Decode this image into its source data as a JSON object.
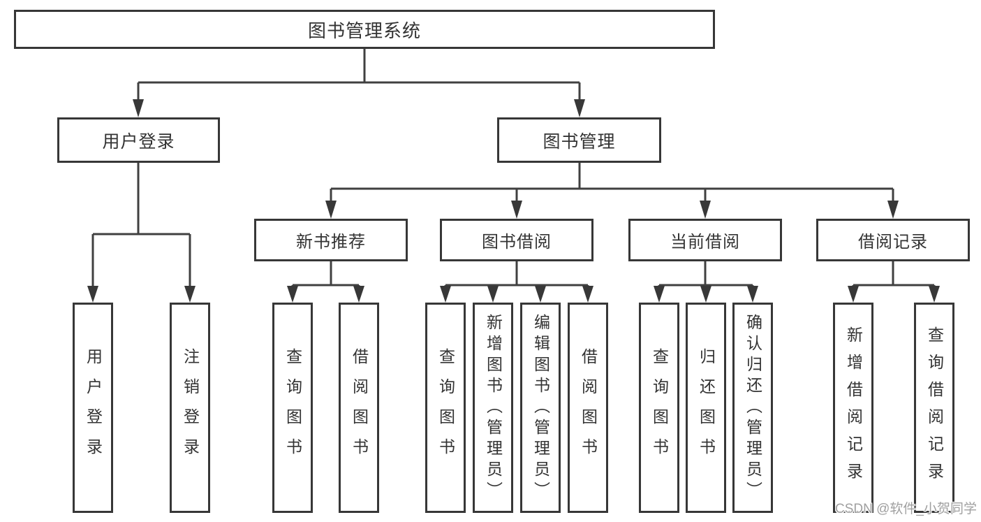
{
  "nodes": {
    "root": "图书管理系统",
    "level2": [
      "用户登录",
      "图书管理"
    ],
    "level3": [
      "新书推荐",
      "图书借阅",
      "当前借阅",
      "借阅记录"
    ],
    "level4": [
      "用户登录",
      "注销登录",
      "查询图书",
      "借阅图书",
      "查询图书",
      "新增图书（管理员）",
      "编辑图书（管理员）",
      "借阅图书",
      "查询图书",
      "归还图书",
      "确认归还（管理员）",
      "新增借阅记录",
      "查询借阅记录"
    ]
  },
  "hierarchy": {
    "图书管理系统": [
      "用户登录",
      "图书管理"
    ],
    "用户登录": [
      "用户登录",
      "注销登录"
    ],
    "图书管理": [
      "新书推荐",
      "图书借阅",
      "当前借阅",
      "借阅记录"
    ],
    "新书推荐": [
      "查询图书",
      "借阅图书"
    ],
    "图书借阅": [
      "查询图书",
      "新增图书（管理员）",
      "编辑图书（管理员）",
      "借阅图书"
    ],
    "当前借阅": [
      "查询图书",
      "归还图书",
      "确认归还（管理员）"
    ],
    "借阅记录": [
      "新增借阅记录",
      "查询借阅记录"
    ]
  },
  "watermark": "CSDN @软件_小贺同学",
  "colors": {
    "line": "#404040",
    "box_border": "#373737",
    "text": "#333333",
    "watermark": "#a0a0a0",
    "background": "#ffffff"
  }
}
